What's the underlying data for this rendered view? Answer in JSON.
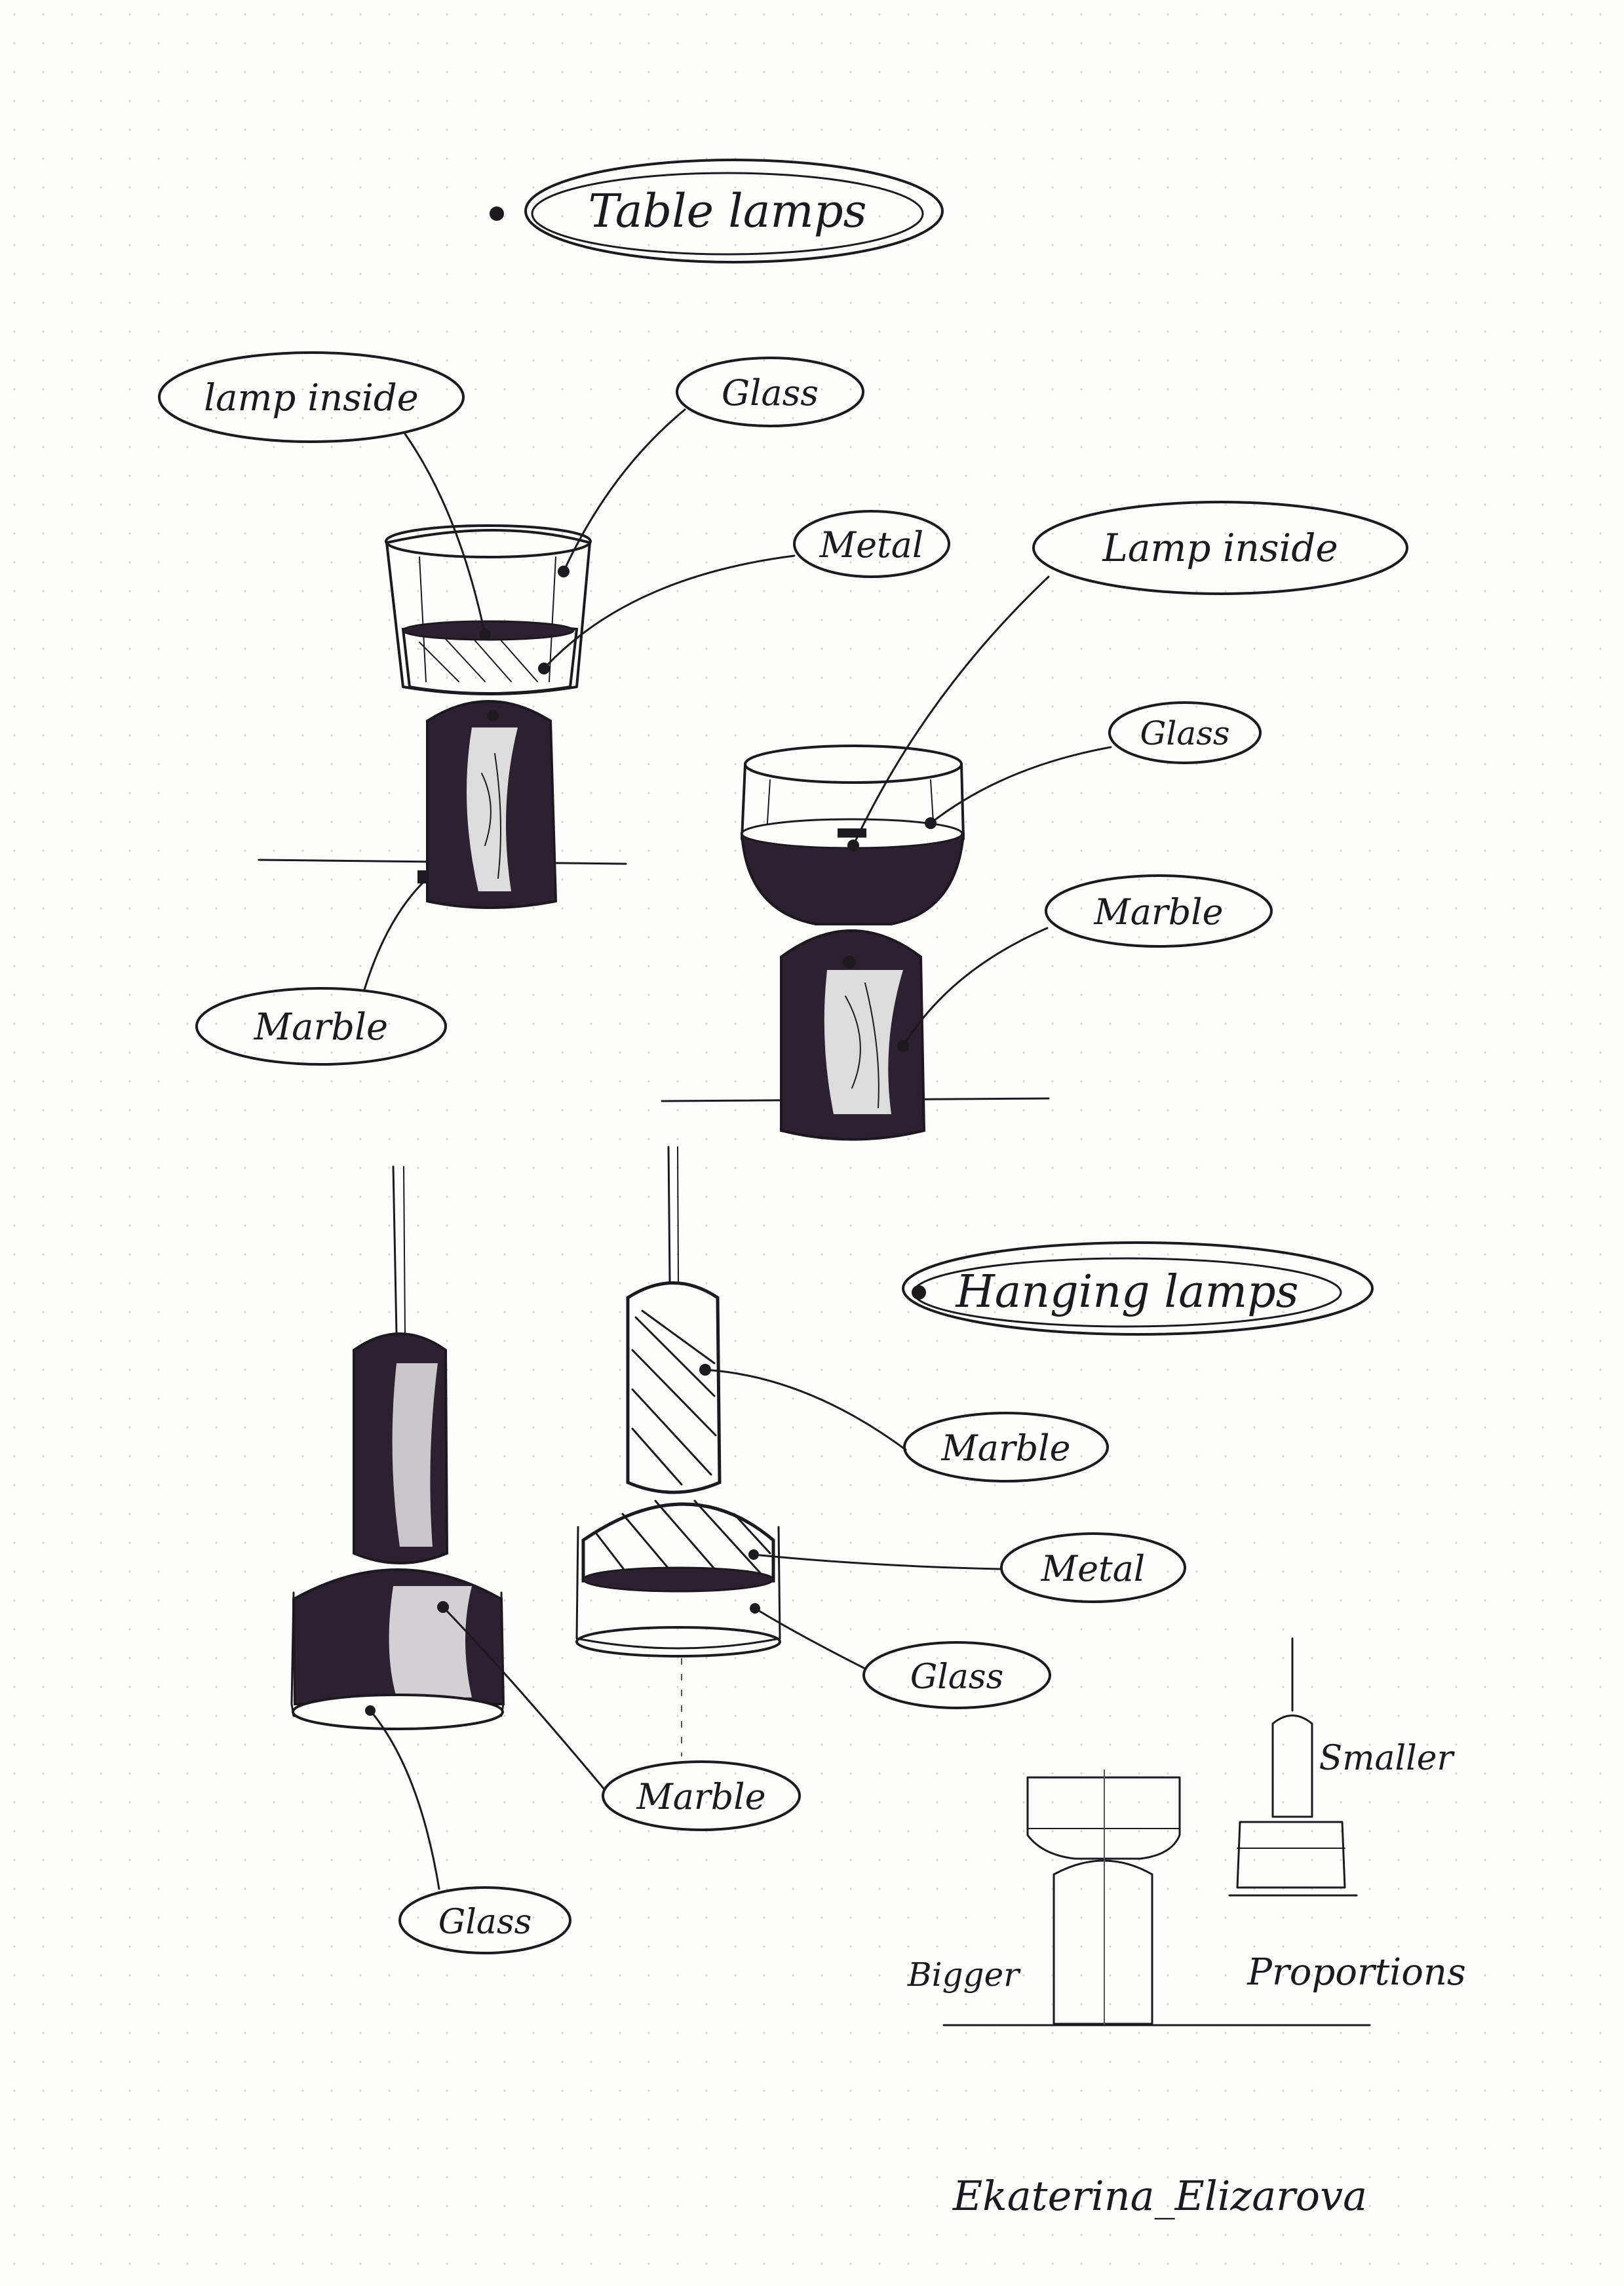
{
  "headings": {
    "table": "Table lamps",
    "hanging": "Hanging lamps"
  },
  "labels": {
    "t1_lamp_inside": "lamp inside",
    "t1_glass": "Glass",
    "t1_metal": "Metal",
    "t1_marble": "Marble",
    "t2_lamp_inside": "Lamp inside",
    "t2_glass": "Glass",
    "t2_marble": "Marble",
    "h1_marble": "Marble",
    "h1_glass": "Glass",
    "h2_marble": "Marble",
    "h2_metal": "Metal",
    "h2_glass": "Glass"
  },
  "proportions": {
    "smaller": "Smaller",
    "bigger": "Bigger",
    "title": "Proportions"
  },
  "signature": "Ekaterina_Elizarova",
  "colors": {
    "ink": "#1d1a1f",
    "marble": "#2a2230",
    "paper": "#fdfdfc"
  }
}
